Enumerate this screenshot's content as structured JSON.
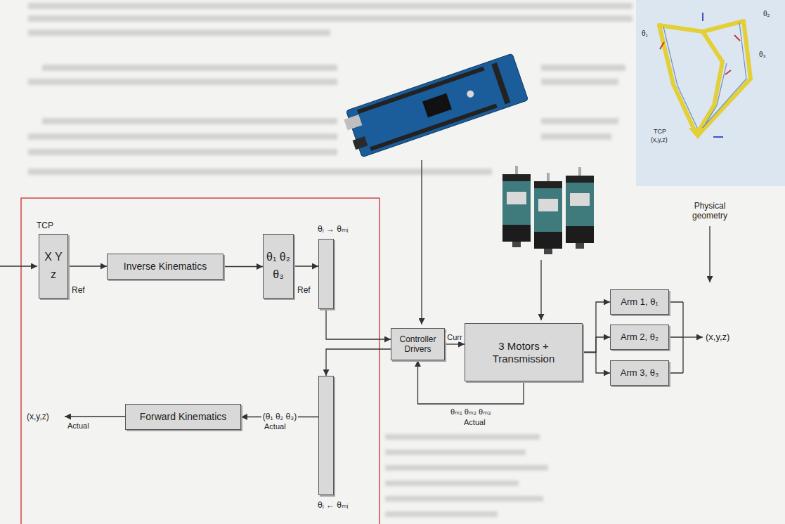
{
  "diagram": {
    "nodes": [
      {
        "text": [
          "TCP",
          "X Y z",
          "Ref"
        ]
      },
      {
        "text": [
          "Inverse Kinematics"
        ]
      },
      {
        "text": [
          "θ₁ θ₂ θ₃",
          "Ref"
        ]
      },
      {
        "text": [
          "θᵢ → θₘᵢ"
        ]
      },
      {
        "text": [
          "θᵢ ← θₘᵢ"
        ]
      },
      {
        "text": [
          "Forward Kinematics"
        ]
      },
      {
        "text": [
          "Controller Drivers"
        ]
      },
      {
        "text": [
          "3 Motors + Transmission"
        ]
      },
      {
        "text": [
          "Arm 1, θ₁"
        ]
      },
      {
        "text": [
          "Arm 2, θ₂"
        ]
      },
      {
        "text": [
          "Arm 3, θ₃"
        ]
      }
    ],
    "edges": [
      {
        "from": 0,
        "to": 1,
        "arrow": "to"
      },
      {
        "from": 1,
        "to": 2,
        "arrow": "to"
      },
      {
        "from": 2,
        "to": 3,
        "arrow": "to"
      },
      {
        "from": 3,
        "to": 6,
        "arrow": "to"
      },
      {
        "from": 6,
        "to": 4,
        "arrow": "to"
      },
      {
        "from": 4,
        "to": 5,
        "label": "(θ₁ θ₂ θ₃)",
        "arrow": "to"
      },
      {
        "from": 6,
        "to": 7,
        "label": "Curr",
        "arrow": "to"
      },
      {
        "from": 7,
        "to": 6,
        "label": "θₘ₁ θₘ₂ θₘ₃",
        "arrow": "to"
      },
      {
        "from": 7,
        "to": 8,
        "arrow": "to"
      },
      {
        "from": 7,
        "to": 9,
        "arrow": "to"
      },
      {
        "from": 7,
        "to": 10,
        "arrow": "to"
      }
    ],
    "labels": [
      "(x,y,z)",
      "Actual",
      "Actual",
      "Actual",
      "(x,y,z)",
      "Physical geometry",
      "θ₁",
      "θ₂",
      "θ₃",
      "TCP",
      "(x,y,z)"
    ]
  }
}
